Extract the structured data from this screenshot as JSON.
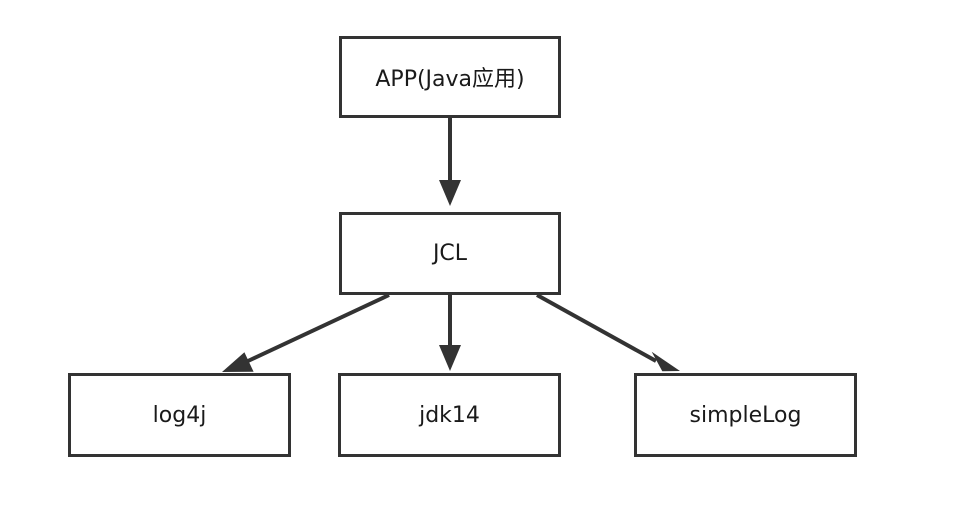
{
  "diagram": {
    "nodes": {
      "app": "APP(Java应用)",
      "jcl": "JCL",
      "log4j": "log4j",
      "jdk14": "jdk14",
      "simple_log": "simpleLog"
    },
    "edges": [
      {
        "from": "app",
        "to": "jcl"
      },
      {
        "from": "jcl",
        "to": "log4j"
      },
      {
        "from": "jcl",
        "to": "jdk14"
      },
      {
        "from": "jcl",
        "to": "simple_log"
      }
    ],
    "colors": {
      "stroke": "#333333",
      "text": "#1a1a1a",
      "background": "#ffffff"
    }
  }
}
